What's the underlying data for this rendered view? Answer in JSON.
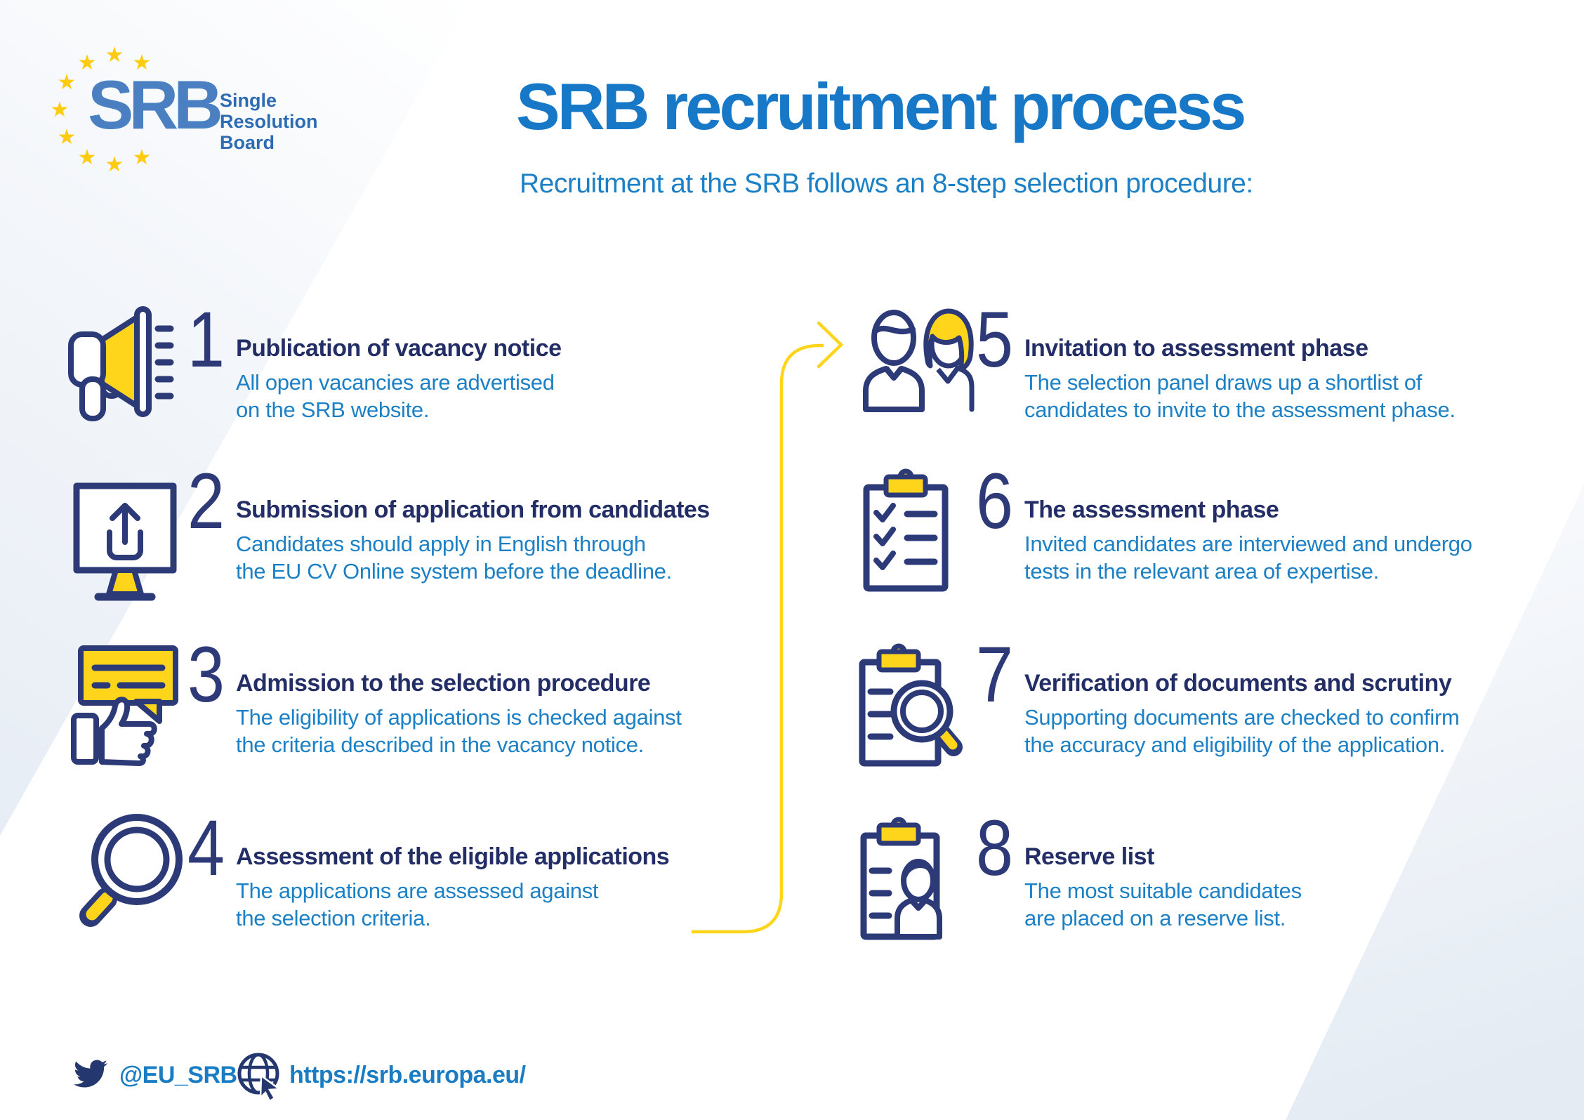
{
  "logo": {
    "acronym": "SRB",
    "name_lines": [
      "Single",
      "Resolution",
      "Board"
    ],
    "star_glyph": "★"
  },
  "header": {
    "title": "SRB recruitment process",
    "subtitle": "Recruitment at the SRB follows an 8-step selection procedure:"
  },
  "steps": [
    {
      "number": "1",
      "icon": "megaphone-icon",
      "title": "Publication of vacancy notice",
      "description": [
        "All open vacancies are advertised",
        "on the SRB website."
      ]
    },
    {
      "number": "2",
      "icon": "upload-monitor-icon",
      "title": "Submission of application from candidates",
      "description": [
        "Candidates should apply in English through",
        "the EU CV Online system before the deadline."
      ]
    },
    {
      "number": "3",
      "icon": "thumbs-up-feedback-icon",
      "title": "Admission to the selection procedure",
      "description": [
        "The eligibility of applications is checked against",
        "the criteria described in the vacancy notice."
      ]
    },
    {
      "number": "4",
      "icon": "magnifier-icon",
      "title": "Assessment of the eligible applications",
      "description": [
        "The applications are assessed against",
        "the selection criteria."
      ]
    },
    {
      "number": "5",
      "icon": "candidates-icon",
      "title": "Invitation to assessment phase",
      "description": [
        "The selection panel draws up a shortlist of",
        "candidates to invite to the assessment phase."
      ]
    },
    {
      "number": "6",
      "icon": "checklist-clipboard-icon",
      "title": "The assessment phase",
      "description": [
        "Invited candidates are interviewed and undergo",
        "tests in the relevant area of expertise."
      ]
    },
    {
      "number": "7",
      "icon": "document-scrutiny-icon",
      "title": "Verification of documents and scrutiny",
      "description": [
        "Supporting documents are checked to confirm",
        "the accuracy and eligibility of the application."
      ]
    },
    {
      "number": "8",
      "icon": "reserve-list-icon",
      "title": "Reserve list",
      "description": [
        "The most suitable candidates",
        "are placed on a reserve list."
      ]
    }
  ],
  "footer": {
    "twitter_handle": "@EU_SRB",
    "website": "https://srb.europa.eu/"
  },
  "colors": {
    "navy": "#2c3a78",
    "title_navy": "#242e66",
    "heading_blue": "#1778c8",
    "body_blue": "#1b80c5",
    "yellow": "#ffd51c",
    "logo_blue": "#4a80c1",
    "bg_light": "#e7edf5"
  }
}
